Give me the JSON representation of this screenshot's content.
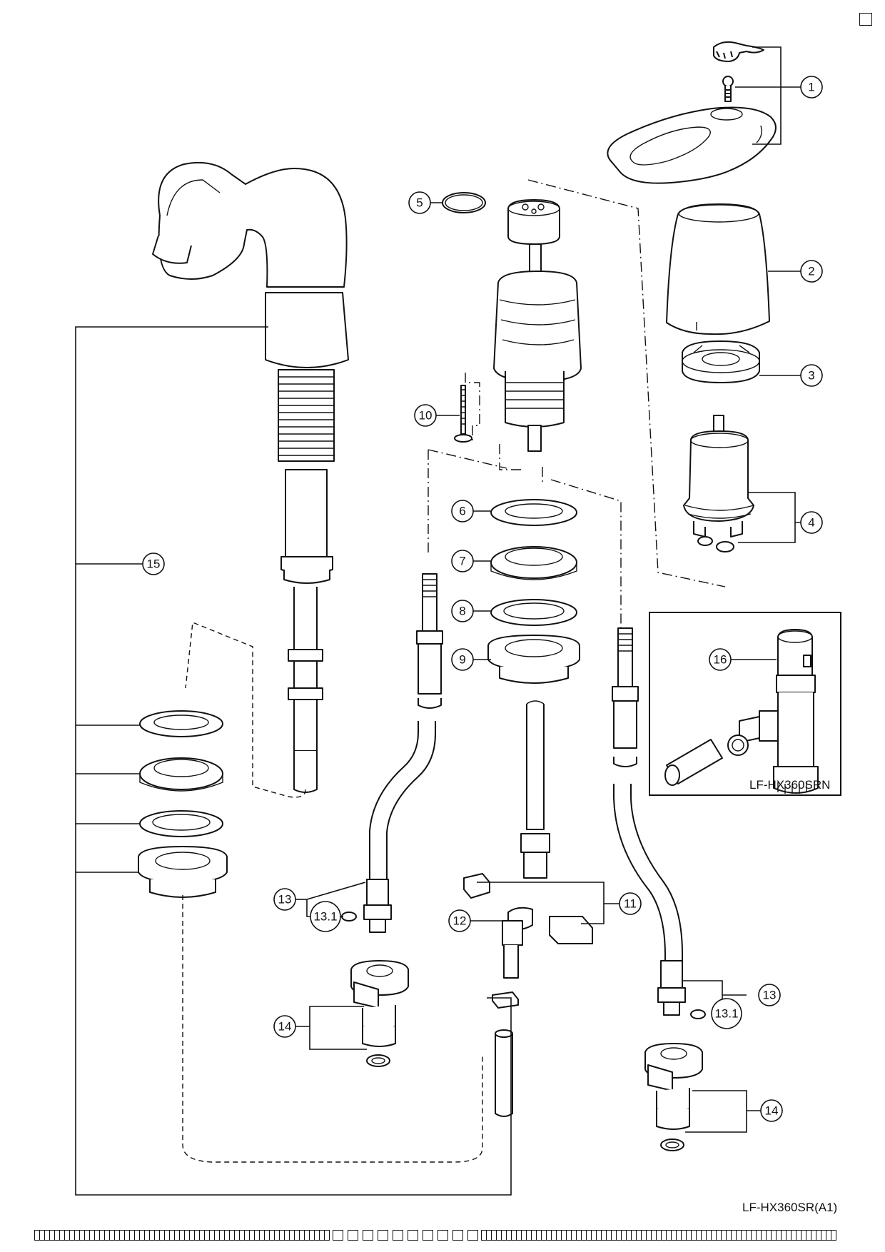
{
  "diagram": {
    "model_code": "LF-HX360SR(A1)",
    "variant_model": "LF-HX360SRN",
    "callouts": [
      {
        "id": "1",
        "label": "1"
      },
      {
        "id": "2",
        "label": "2"
      },
      {
        "id": "3",
        "label": "3"
      },
      {
        "id": "4",
        "label": "4"
      },
      {
        "id": "5",
        "label": "5"
      },
      {
        "id": "6",
        "label": "6"
      },
      {
        "id": "7",
        "label": "7"
      },
      {
        "id": "8",
        "label": "8"
      },
      {
        "id": "9",
        "label": "9"
      },
      {
        "id": "10",
        "label": "10"
      },
      {
        "id": "11",
        "label": "11"
      },
      {
        "id": "12",
        "label": "12"
      },
      {
        "id": "13a",
        "label": "13"
      },
      {
        "id": "13.1a",
        "label": "13.1"
      },
      {
        "id": "13b",
        "label": "13"
      },
      {
        "id": "13.1b",
        "label": "13.1"
      },
      {
        "id": "14a",
        "label": "14"
      },
      {
        "id": "14b",
        "label": "14"
      },
      {
        "id": "15",
        "label": "15"
      },
      {
        "id": "16",
        "label": "16"
      }
    ]
  }
}
